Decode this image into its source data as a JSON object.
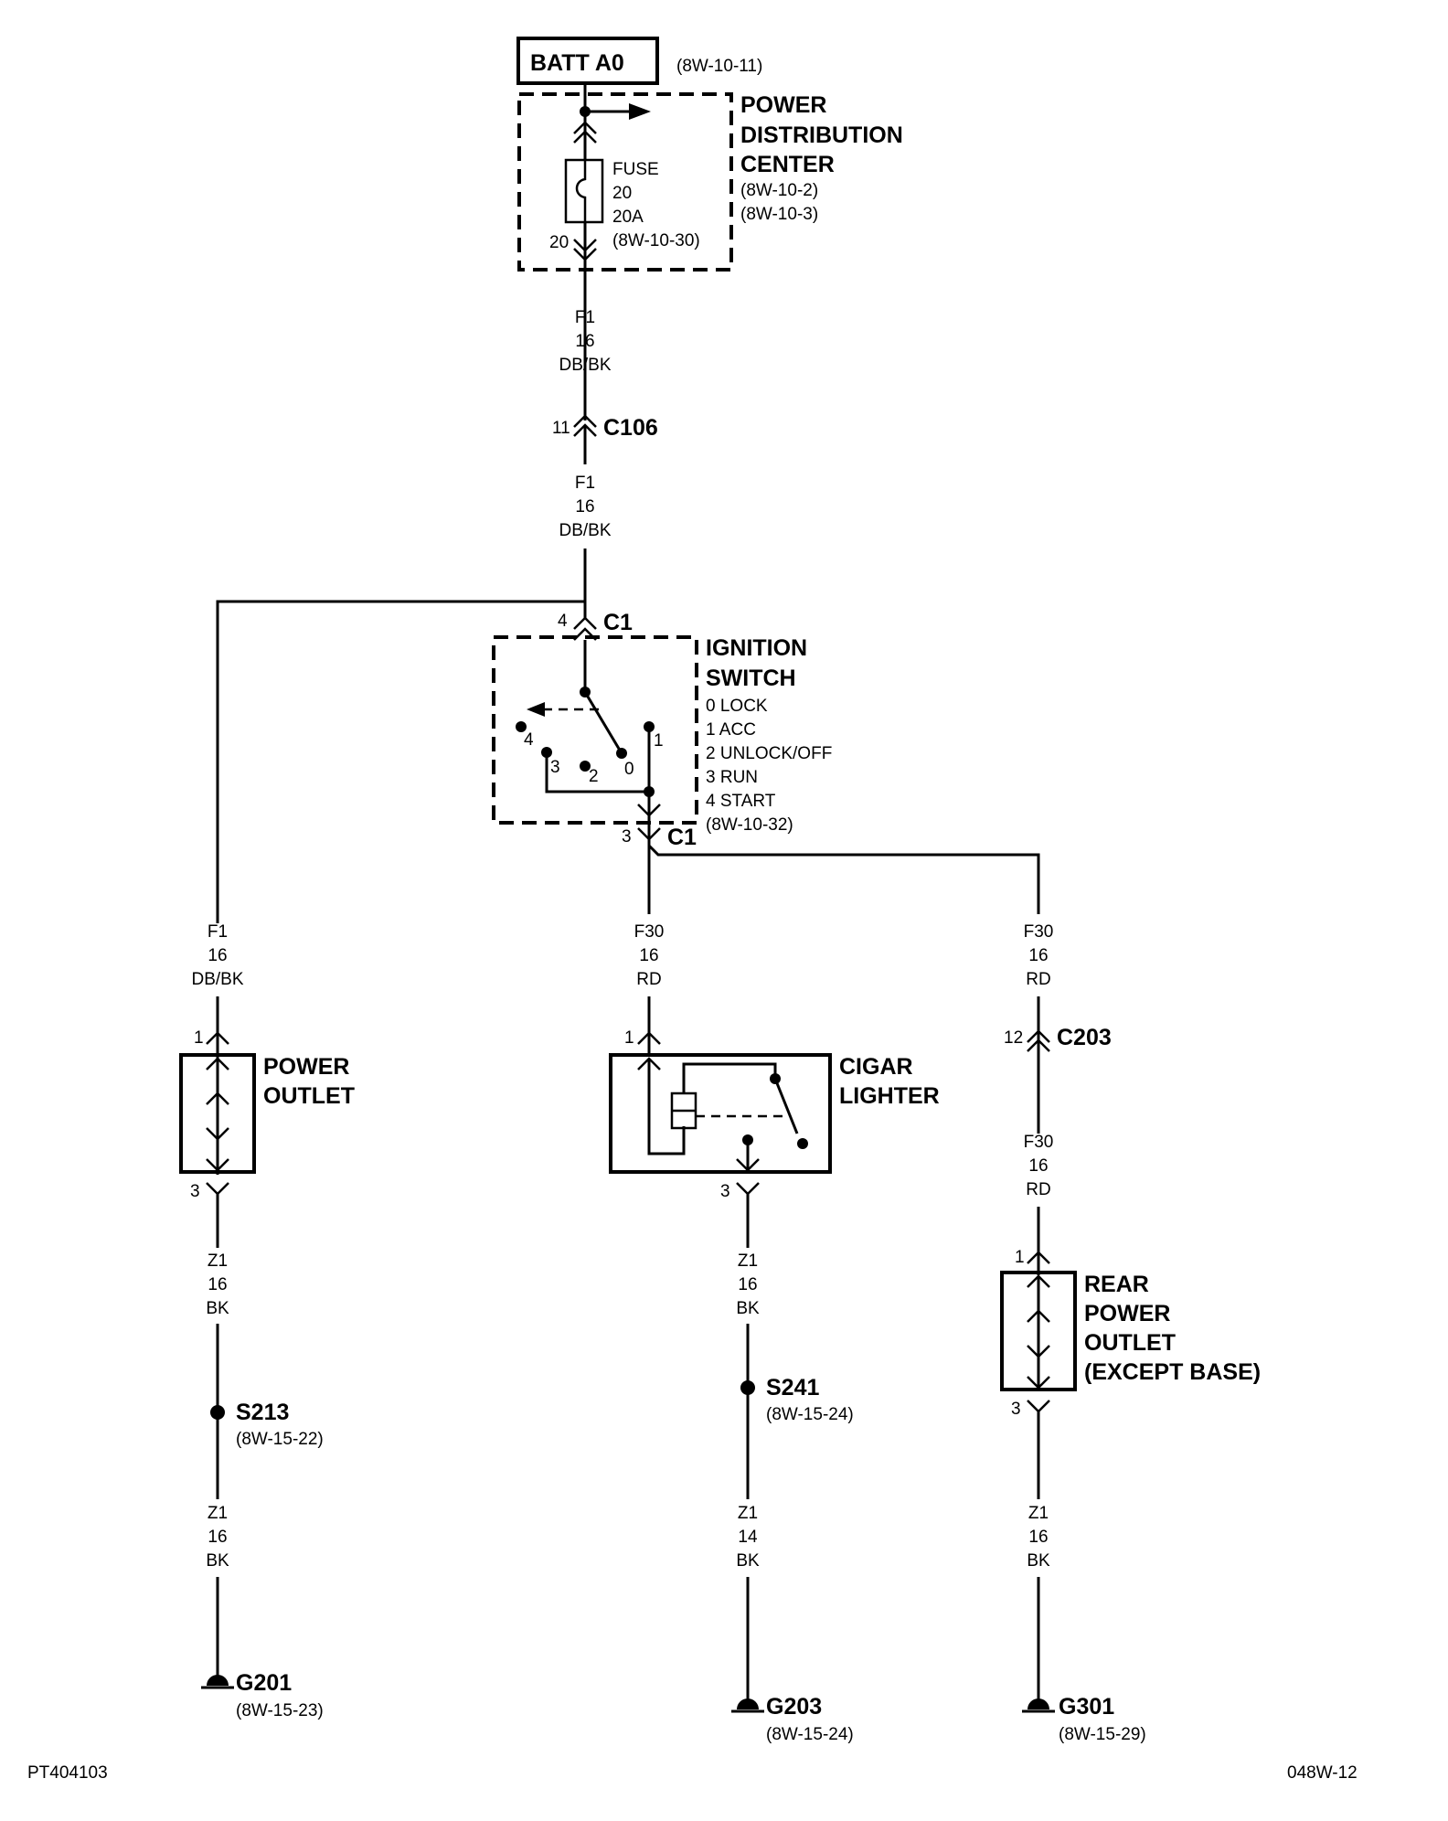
{
  "batt": {
    "label": "BATT A0",
    "ref": "(8W-10-11)"
  },
  "pdc": {
    "title": [
      "POWER",
      "DISTRIBUTION",
      "CENTER"
    ],
    "refs": [
      "(8W-10-2)",
      "(8W-10-3)"
    ],
    "fuse_lines": [
      "FUSE",
      "20",
      "20A",
      "(8W-10-30)"
    ],
    "pin": "20"
  },
  "wire_f1_a": [
    "F1",
    "16",
    "DB/BK"
  ],
  "c106": {
    "pin": "11",
    "name": "C106"
  },
  "wire_f1_b": [
    "F1",
    "16",
    "DB/BK"
  ],
  "c1_top": {
    "pin": "4",
    "name": "C1"
  },
  "ignition": {
    "title": [
      "IGNITION",
      "SWITCH"
    ],
    "positions": [
      "0 LOCK",
      "1 ACC",
      "2 UNLOCK/OFF",
      "3 RUN",
      "4 START",
      "(8W-10-32)"
    ],
    "contacts": [
      "4",
      "3",
      "2",
      "0",
      "1"
    ]
  },
  "c1_bottom": {
    "pin": "3",
    "name": "C1"
  },
  "power_outlet": {
    "wire_in": [
      "F1",
      "16",
      "DB/BK"
    ],
    "pin_in": "1",
    "title": [
      "POWER",
      "OUTLET"
    ],
    "pin_out": "3",
    "wire_out": [
      "Z1",
      "16",
      "BK"
    ],
    "splice": {
      "name": "S213",
      "ref": "(8W-15-22)"
    },
    "wire_gnd": [
      "Z1",
      "16",
      "BK"
    ],
    "ground": {
      "name": "G201",
      "ref": "(8W-15-23)"
    }
  },
  "cigar_lighter": {
    "wire_in": [
      "F30",
      "16",
      "RD"
    ],
    "pin_in": "1",
    "title": [
      "CIGAR",
      "LIGHTER"
    ],
    "pin_out": "3",
    "wire_out": [
      "Z1",
      "16",
      "BK"
    ],
    "splice": {
      "name": "S241",
      "ref": "(8W-15-24)"
    },
    "wire_gnd": [
      "Z1",
      "14",
      "BK"
    ],
    "ground": {
      "name": "G203",
      "ref": "(8W-15-24)"
    }
  },
  "rear_outlet": {
    "wire_in": [
      "F30",
      "16",
      "RD"
    ],
    "c203": {
      "pin": "12",
      "name": "C203"
    },
    "wire_mid": [
      "F30",
      "16",
      "RD"
    ],
    "pin_in": "1",
    "title": [
      "REAR",
      "POWER",
      "OUTLET",
      "(EXCEPT BASE)"
    ],
    "pin_out": "3",
    "wire_gnd": [
      "Z1",
      "16",
      "BK"
    ],
    "ground": {
      "name": "G301",
      "ref": "(8W-15-29)"
    }
  },
  "footer": {
    "left": "PT404103",
    "right": "048W-12"
  }
}
